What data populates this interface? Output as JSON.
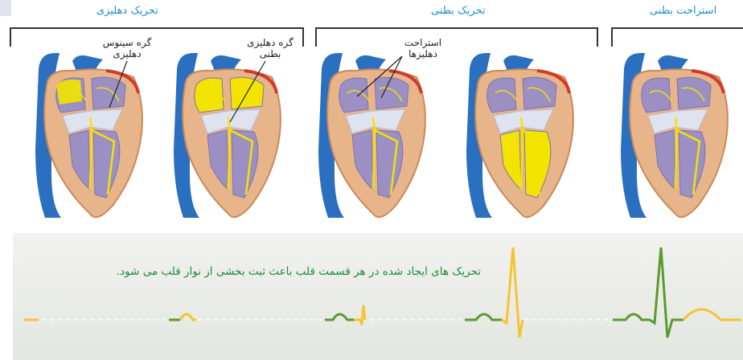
{
  "stages": {
    "atrial_excitation": "تحریک دهلیزی",
    "ventricular_excitation": "تحریک بطنی",
    "ventricular_rest": "استراحت بطنی"
  },
  "callouts": {
    "sa_node": "گره سینوس\nدهلیزی",
    "av_node": "گره دهلیزی\nبطنی",
    "atrial_rest": "استراحت\nدهلیزها"
  },
  "caption": "تحریک های ایجاد شده در هر قسمت قلب باعث ثبت بخشی از نوار قلب می شود.",
  "colors": {
    "conduction": "#f2e400",
    "vessel_blue": "#2a6fc0",
    "aorta_red": "#d23a2a",
    "muscle": "#e8b48a",
    "chamber": "#9b8fc4",
    "valve": "#dfe3f0",
    "ecg_yellow": "#f5c431",
    "ecg_green": "#5b9a30",
    "label_blue": "#1b8fd0",
    "caption_green": "#1e8a3a"
  },
  "icons": [
    "heart-illustration",
    "ecg-trace"
  ]
}
